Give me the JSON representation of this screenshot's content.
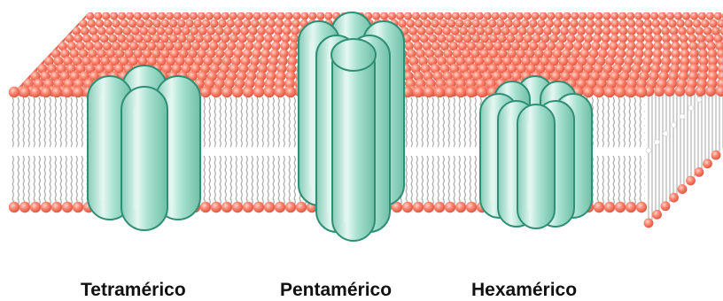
{
  "colors": {
    "lipid_head": "#ff8570",
    "lipid_head_highlight": "#ffd6cc",
    "lipid_head_shadow": "#d7503c",
    "lipid_tail": "#9a9a9a",
    "protein_fill": "#a6e0cf",
    "protein_highlight": "#e4f7f1",
    "protein_stroke": "#2f8f75"
  },
  "structures": [
    {
      "name": "Tetramérico",
      "subunits": 4
    },
    {
      "name": "Pentamérico",
      "subunits": 5
    },
    {
      "name": "Hexamérico",
      "subunits": 6
    }
  ]
}
